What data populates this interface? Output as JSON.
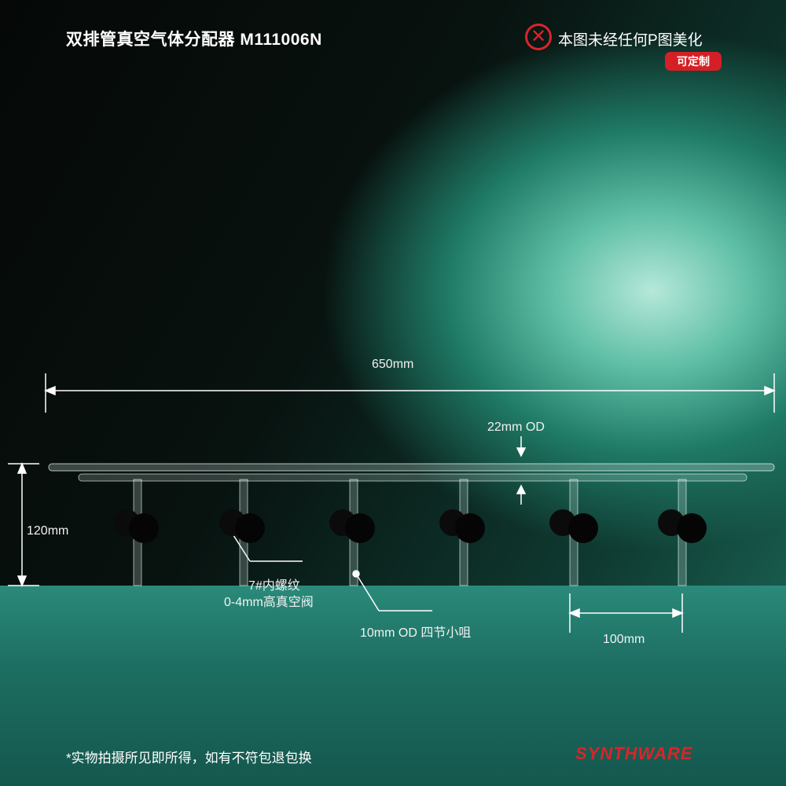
{
  "header": {
    "title": "双排管真空气体分配器 M111006N",
    "notice": "本图未经任何P图美化",
    "custom_badge": "可定制",
    "notice_icon": "x-circle-icon"
  },
  "dimensions": {
    "length": "650mm",
    "tube_od": "22mm OD",
    "height": "120mm",
    "spacing": "100mm"
  },
  "callouts": {
    "valve_line1": "7#内螺纹",
    "valve_line2": "0-4mm高真空阀",
    "hose": "10mm OD 四节小咀"
  },
  "footer": {
    "disclaimer": "*实物拍摄所见即所得，如有不符包退包换",
    "brand": "SYNTHWARE"
  },
  "watermark": "SYNTHWARE",
  "colors": {
    "brand_red": "#d8252a",
    "bench": "#1d6e62"
  }
}
